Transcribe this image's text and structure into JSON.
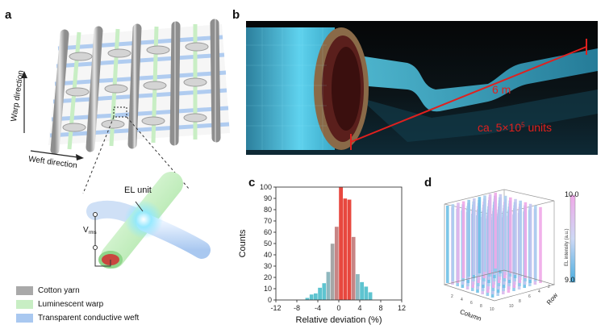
{
  "panels": {
    "a": {
      "letter": "a",
      "warp_label": "Warp direction",
      "weft_label": "Weft direction",
      "el_unit_label": "EL unit",
      "voltage_main": "V",
      "voltage_sub": "rms",
      "legend": [
        {
          "label": "Cotton yarn",
          "color": "#a9a9a9"
        },
        {
          "label": "Luminescent warp",
          "color": "#c8eec4"
        },
        {
          "label": "Transparent conductive weft",
          "color": "#a9c8f0"
        }
      ]
    },
    "b": {
      "letter": "b",
      "length_label": "6 m",
      "units_label": "ca. 5×10",
      "units_exp": "5",
      "units_suffix": " units",
      "annotation_color": "#e0201e"
    },
    "c": {
      "letter": "c"
    },
    "d": {
      "letter": "d",
      "colorbar_max": "10.0",
      "colorbar_min": "9.0",
      "colorbar_label": "EL intensity (a.u.)",
      "xlabel": "Column",
      "ylabel": "Row"
    }
  },
  "chart_data": {
    "type": "bar",
    "title": "",
    "xlabel": "Relative deviation (%)",
    "ylabel": "Counts",
    "xlim": [
      -12,
      12
    ],
    "ylim": [
      0,
      100
    ],
    "xticks": [
      -12,
      -8,
      -4,
      0,
      4,
      8,
      12
    ],
    "yticks": [
      0,
      10,
      20,
      30,
      40,
      50,
      60,
      70,
      80,
      90,
      100
    ],
    "bin_width": 0.8,
    "bin_left_edges": [
      -6.4,
      -5.6,
      -4.8,
      -4.0,
      -3.2,
      -2.4,
      -1.6,
      -0.8,
      0.0,
      0.8,
      1.6,
      2.4,
      3.2,
      4.0,
      4.8,
      5.6
    ],
    "values": [
      2,
      5,
      6,
      11,
      15,
      25,
      50,
      65,
      100,
      90,
      89,
      56,
      23,
      16,
      12,
      7
    ],
    "bin_colors": [
      "#5ec4d0",
      "#5ec4d0",
      "#5ec4d0",
      "#5ec4d0",
      "#5ec4d0",
      "#8fb8bf",
      "#a6a6a6",
      "#c78585",
      "#e8483f",
      "#e8483f",
      "#e8483f",
      "#c78585",
      "#8fb8bf",
      "#5ec4d0",
      "#5ec4d0",
      "#5ec4d0"
    ]
  }
}
